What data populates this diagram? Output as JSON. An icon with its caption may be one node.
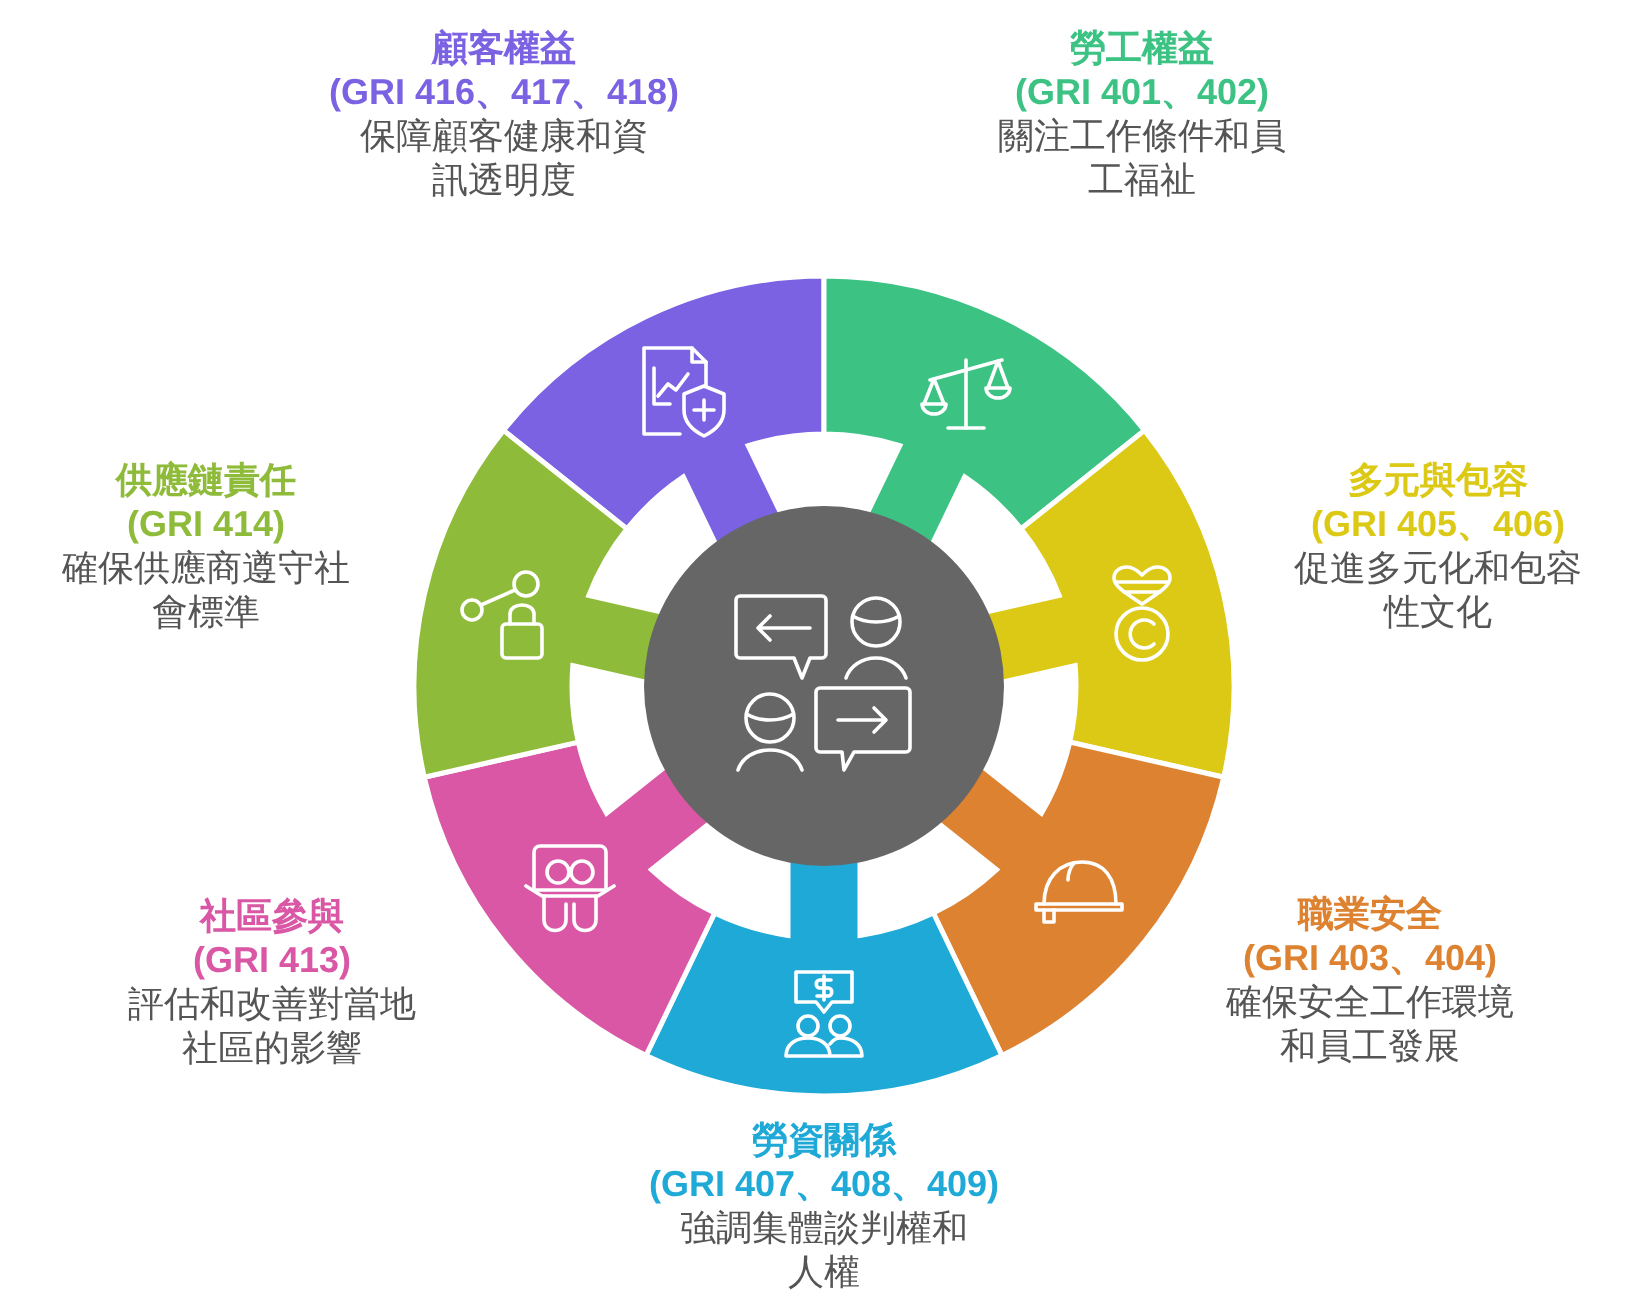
{
  "diagram": {
    "nodes": [
      {
        "text": [
          "顧客權益",
          "(GRI 416、417、418)",
          "保障顧客健康和資訊透明度"
        ]
      },
      {
        "text": [
          "勞工權益",
          "(GRI 401、402)",
          "關注工作條件和員工福祉"
        ]
      },
      {
        "text": [
          "多元與包容",
          "(GRI 405、406)",
          "促進多元化和包容性文化"
        ]
      },
      {
        "text": [
          "職業安全",
          "(GRI 403、404)",
          "確保安全工作環境和員工發展"
        ]
      },
      {
        "text": [
          "勞資關係",
          "(GRI 407、408、409)",
          "強調集體談判權和人權"
        ]
      },
      {
        "text": [
          "社區參與",
          "(GRI 413)",
          "評估和改善對當地社區的影響"
        ]
      },
      {
        "text": [
          "供應鏈責任",
          "(GRI 414)",
          "確保供應商遵守社會標準"
        ]
      },
      {
        "text": [],
        "shape": "circle"
      }
    ]
  }
}
